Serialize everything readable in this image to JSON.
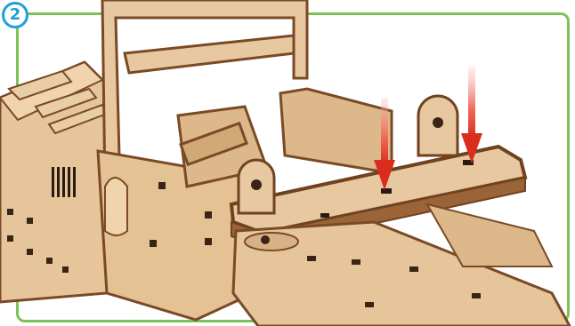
{
  "step": {
    "number": "2"
  },
  "colors": {
    "panel_border": "#7cc356",
    "badge": "#1fa0d9",
    "wood_light": "#e8c8a0",
    "wood_mid": "#d9b187",
    "wood_dark": "#8a5a34",
    "arrow": "#e23a2c"
  },
  "illustration": {
    "subject": "wooden-jeep-model-assembly",
    "arrows": 2
  }
}
